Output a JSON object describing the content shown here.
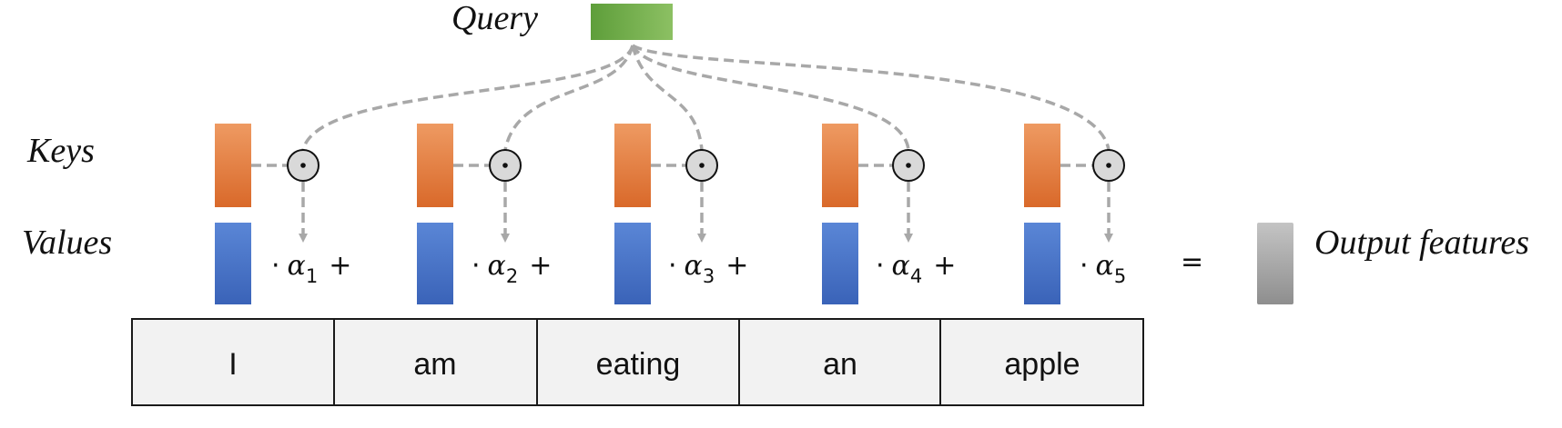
{
  "labels": {
    "query": "Query",
    "keys": "Keys",
    "values": "Values",
    "output": "Output features"
  },
  "tokens": [
    {
      "word": "I",
      "alpha_symbol": "α",
      "alpha_index": "1",
      "operator": "+"
    },
    {
      "word": "am",
      "alpha_symbol": "α",
      "alpha_index": "2",
      "operator": "+"
    },
    {
      "word": "eating",
      "alpha_symbol": "α",
      "alpha_index": "3",
      "operator": "+"
    },
    {
      "word": "an",
      "alpha_symbol": "α",
      "alpha_index": "4",
      "operator": "+"
    },
    {
      "word": "apple",
      "alpha_symbol": "α",
      "alpha_index": "5",
      "operator": "="
    }
  ],
  "symbols": {
    "dot": "·",
    "dot_product": "⊙"
  },
  "colors": {
    "query": "#6fac46",
    "key": "#e07b39",
    "value": "#4472c4",
    "output": "#a5a5a5",
    "connector": "#a8a8a8",
    "cell_fill": "#f2f2f2"
  }
}
